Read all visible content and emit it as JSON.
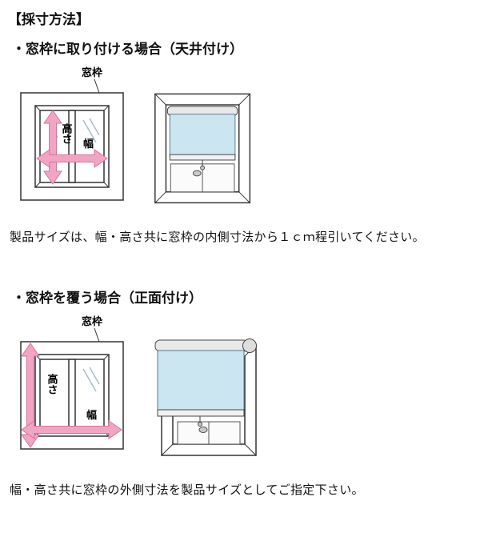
{
  "title": "【採寸方法】",
  "sections": [
    {
      "heading": "・窓枠に取り付ける場合（天井付け）",
      "caption": "製品サイズは、幅・高さ共に窓枠の内側寸法から１ｃｍ程引いてください。",
      "frame_label": "窓枠",
      "height_label": "高さ",
      "width_label": "幅"
    },
    {
      "heading": "・窓枠を覆う場合（正面付け）",
      "caption": "幅・高さ共に窓枠の外側寸法を製品サイズとしてご指定下さい。",
      "frame_label": "窓枠",
      "height_label": "高さ",
      "width_label": "幅"
    }
  ],
  "colors": {
    "arrow_pink": "#f2a5c3",
    "arrow_outline": "#d4749e",
    "blind_blue": "#cbe5f1"
  }
}
